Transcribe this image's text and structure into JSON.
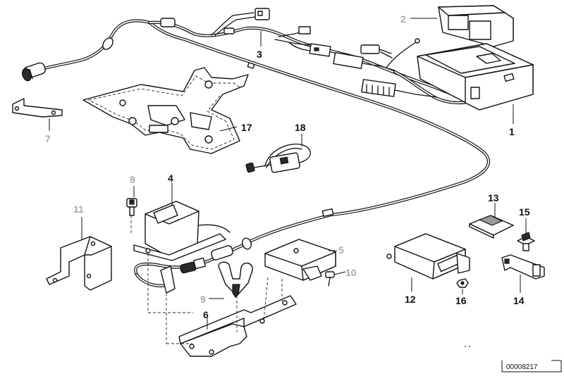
{
  "labels": {
    "p1": "1",
    "p2": "2",
    "p3": "3",
    "p4": "4",
    "p5": "5",
    "p6": "6",
    "p7": "7",
    "p8": "8",
    "p9": "9",
    "p10": "10",
    "p11": "11",
    "p12": "12",
    "p13": "13",
    "p14": "14",
    "p15": "15",
    "p16": "16",
    "p17": "17",
    "p18": "18"
  },
  "reference_number": "00008217",
  "colors": {
    "label_black": "#111111",
    "label_grey": "#a8a8a8"
  }
}
